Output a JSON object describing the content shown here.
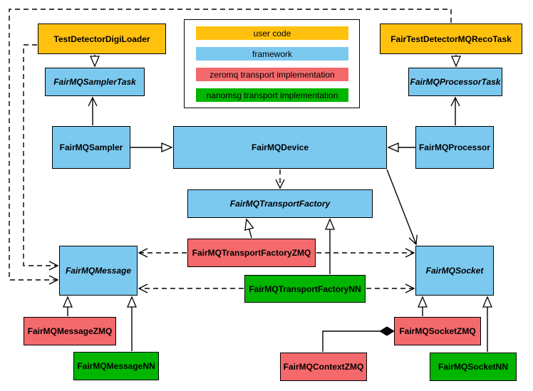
{
  "legend": {
    "items": [
      {
        "label": "user code",
        "color": "#FFC10E"
      },
      {
        "label": "framework",
        "color": "#7CC9F0"
      },
      {
        "label": "zeromq transport implementation",
        "color": "#F4696C"
      },
      {
        "label": "nanomsg transport implementation",
        "color": "#01B501"
      }
    ]
  },
  "colors": {
    "user_code": "#FFC10E",
    "framework": "#7CC9F0",
    "zeromq": "#F4696C",
    "nanomsg": "#01B501",
    "line": "#000000",
    "background": "#FFFFFF"
  },
  "nodes": {
    "testdetectordigiloader": {
      "label": "TestDetectorDigiLoader",
      "category": "user code",
      "abstract": false
    },
    "fairtestdetectormqrecotask": {
      "label": "FairTestDetectorMQRecoTask",
      "category": "user code",
      "abstract": false
    },
    "fairmqsamplertask": {
      "label": "FairMQSamplerTask",
      "category": "framework",
      "abstract": true
    },
    "fairmqprocessortask": {
      "label": "FairMQProcessorTask",
      "category": "framework",
      "abstract": true
    },
    "fairmqsampler": {
      "label": "FairMQSampler",
      "category": "framework",
      "abstract": false
    },
    "fairmqdevice": {
      "label": "FairMQDevice",
      "category": "framework",
      "abstract": false
    },
    "fairmqprocessor": {
      "label": "FairMQProcessor",
      "category": "framework",
      "abstract": false
    },
    "fairmqtransportfactory": {
      "label": "FairMQTransportFactory",
      "category": "framework",
      "abstract": true
    },
    "fairmqtransportfactoryzmq": {
      "label": "FairMQTransportFactoryZMQ",
      "category": "zeromq transport implementation",
      "abstract": false
    },
    "fairmqtransportfactorynn": {
      "label": "FairMQTransportFactoryNN",
      "category": "nanomsg transport implementation",
      "abstract": false
    },
    "fairmqmessage": {
      "label": "FairMQMessage",
      "category": "framework",
      "abstract": true
    },
    "fairmqsocket": {
      "label": "FairMQSocket",
      "category": "framework",
      "abstract": true
    },
    "fairmqmessagezmq": {
      "label": "FairMQMessageZMQ",
      "category": "zeromq transport implementation",
      "abstract": false
    },
    "fairmqmessagenn": {
      "label": "FairMQMessageNN",
      "category": "nanomsg transport implementation",
      "abstract": false
    },
    "fairmqsocketzmq": {
      "label": "FairMQSocketZMQ",
      "category": "zeromq transport implementation",
      "abstract": false
    },
    "fairmqcontextzmq": {
      "label": "FairMQContextZMQ",
      "category": "zeromq transport implementation",
      "abstract": false
    },
    "fairmqsocketnn": {
      "label": "FairMQSocketNN",
      "category": "nanomsg transport implementation",
      "abstract": false
    }
  },
  "edges": [
    {
      "from": "TestDetectorDigiLoader",
      "to": "FairMQSamplerTask",
      "relation": "generalization",
      "style": "solid, hollow triangle"
    },
    {
      "from": "FairTestDetectorMQRecoTask",
      "to": "FairMQProcessorTask",
      "relation": "generalization",
      "style": "solid, hollow triangle"
    },
    {
      "from": "FairMQSampler",
      "to": "FairMQSamplerTask",
      "relation": "association",
      "style": "solid, open arrow"
    },
    {
      "from": "FairMQProcessor",
      "to": "FairMQProcessorTask",
      "relation": "association",
      "style": "solid, open arrow"
    },
    {
      "from": "FairMQSampler",
      "to": "FairMQDevice",
      "relation": "generalization",
      "style": "solid, hollow triangle"
    },
    {
      "from": "FairMQProcessor",
      "to": "FairMQDevice",
      "relation": "generalization",
      "style": "solid, hollow triangle"
    },
    {
      "from": "FairMQDevice",
      "to": "FairMQTransportFactory",
      "relation": "dependency",
      "style": "dashed, open arrow"
    },
    {
      "from": "FairMQDevice",
      "to": "FairMQSocket",
      "relation": "association",
      "style": "solid, open arrow"
    },
    {
      "from": "FairMQTransportFactoryZMQ",
      "to": "FairMQTransportFactory",
      "relation": "generalization",
      "style": "solid, hollow triangle"
    },
    {
      "from": "FairMQTransportFactoryNN",
      "to": "FairMQTransportFactory",
      "relation": "generalization",
      "style": "solid, hollow triangle"
    },
    {
      "from": "FairMQTransportFactoryZMQ",
      "to": "FairMQMessage",
      "relation": "dependency",
      "style": "dashed, open arrow"
    },
    {
      "from": "FairMQTransportFactoryZMQ",
      "to": "FairMQSocket",
      "relation": "dependency",
      "style": "dashed, open arrow"
    },
    {
      "from": "FairMQTransportFactoryNN",
      "to": "FairMQMessage",
      "relation": "dependency",
      "style": "dashed, open arrow"
    },
    {
      "from": "FairMQTransportFactoryNN",
      "to": "FairMQSocket",
      "relation": "dependency",
      "style": "dashed, open arrow"
    },
    {
      "from": "TestDetectorDigiLoader",
      "to": "FairMQMessage",
      "relation": "dependency",
      "style": "dashed, open arrow"
    },
    {
      "from": "FairTestDetectorMQRecoTask",
      "to": "FairMQMessage",
      "relation": "dependency",
      "style": "dashed, open arrow"
    },
    {
      "from": "FairMQMessageZMQ",
      "to": "FairMQMessage",
      "relation": "generalization",
      "style": "solid, hollow triangle"
    },
    {
      "from": "FairMQMessageNN",
      "to": "FairMQMessage",
      "relation": "generalization",
      "style": "solid, hollow triangle"
    },
    {
      "from": "FairMQSocketZMQ",
      "to": "FairMQSocket",
      "relation": "generalization",
      "style": "solid, hollow triangle"
    },
    {
      "from": "FairMQSocketNN",
      "to": "FairMQSocket",
      "relation": "generalization",
      "style": "solid, hollow triangle"
    },
    {
      "from": "FairMQContextZMQ",
      "to": "FairMQSocketZMQ",
      "relation": "composition",
      "style": "solid, filled diamond"
    }
  ]
}
